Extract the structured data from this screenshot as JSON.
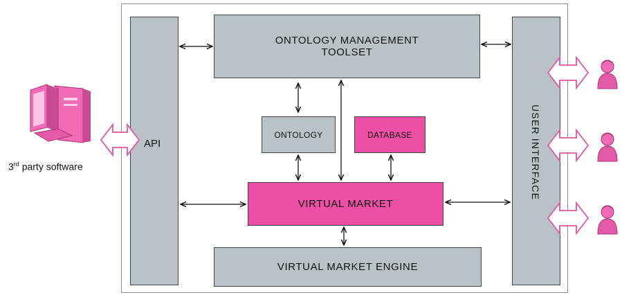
{
  "diagram": {
    "omt_line1": "ONTOLOGY MANAGEMENT",
    "omt_line2": "TOOLSET",
    "ontology": "ONTOLOGY",
    "database": "DATABASE",
    "virtual_market": "VIRTUAL MARKET",
    "vm_engine": "VIRTUAL MARKET ENGINE",
    "api": "API",
    "user_interface": "USER INTERFACE",
    "third_party_prefix": "3",
    "third_party_sup": "rd",
    "third_party_suffix": " party software"
  },
  "colors": {
    "grey_box": "#b9c3c7",
    "pink_box": "#ec4fa4",
    "icon_pink": "#f06ab4"
  },
  "icons": [
    "computer-icon",
    "user-icon",
    "double-arrow-icon"
  ]
}
